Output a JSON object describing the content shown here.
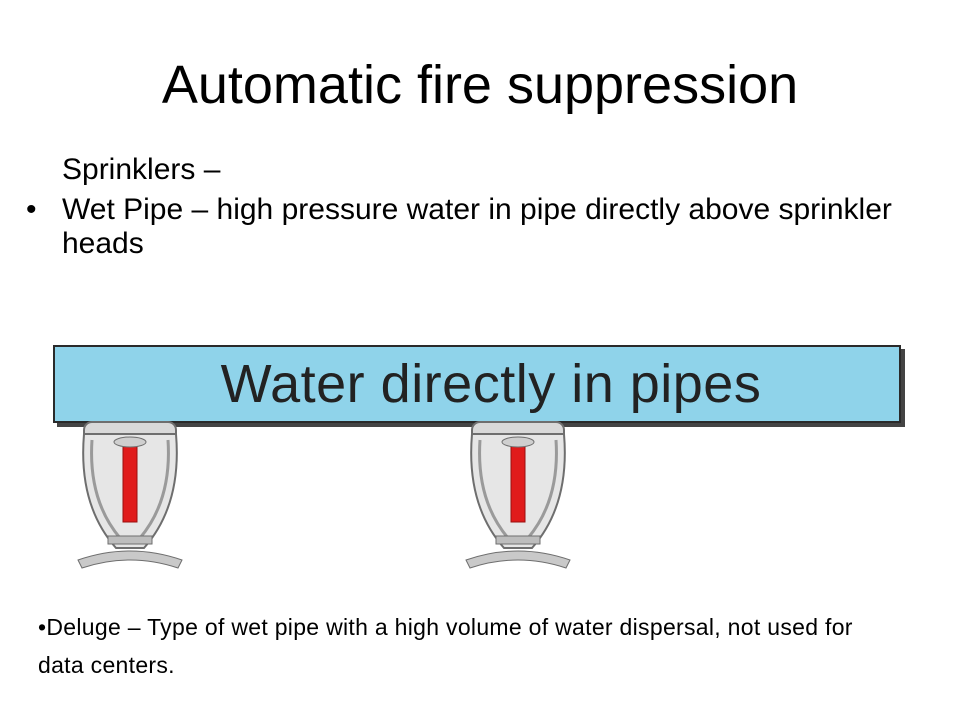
{
  "slide": {
    "title": "Automatic fire suppression",
    "subheading": "Sprinklers –",
    "bullets": [
      {
        "marker": "•",
        "text": "Wet Pipe – high pressure water in pipe directly above sprinkler heads"
      }
    ],
    "diagram": {
      "pipe_label": "Water directly in pipes",
      "pipe_color": "#8fd3ea",
      "sprinkler_icon": "sprinkler-head-icon"
    },
    "note": "•Deluge – Type of wet pipe with a high volume of water dispersal, not used for data centers."
  }
}
